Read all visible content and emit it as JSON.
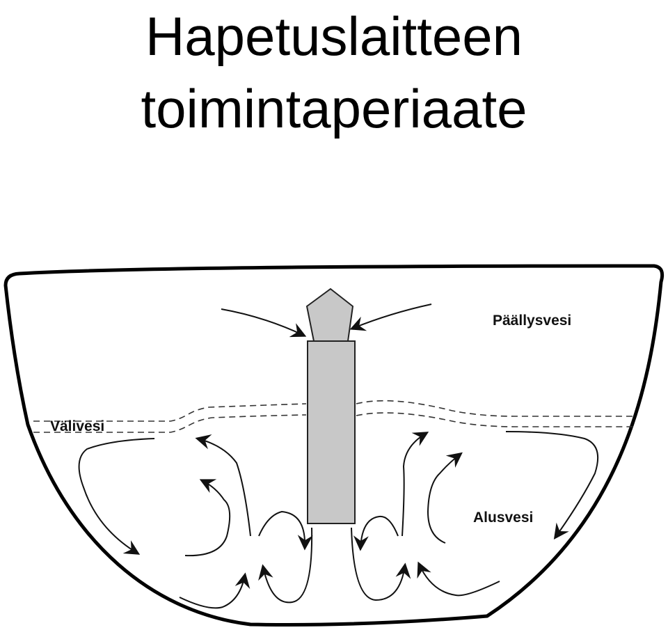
{
  "title": {
    "line1": "Hapetuslaitteen",
    "line2": "toimintaperiaate"
  },
  "labels": {
    "surface_water": "Päällysvesi",
    "middle_water": "Välivesi",
    "bottom_water": "Alusvesi"
  },
  "colors": {
    "device_fill": "#c8c8c8",
    "outline": "#111111",
    "background": "#ffffff"
  }
}
